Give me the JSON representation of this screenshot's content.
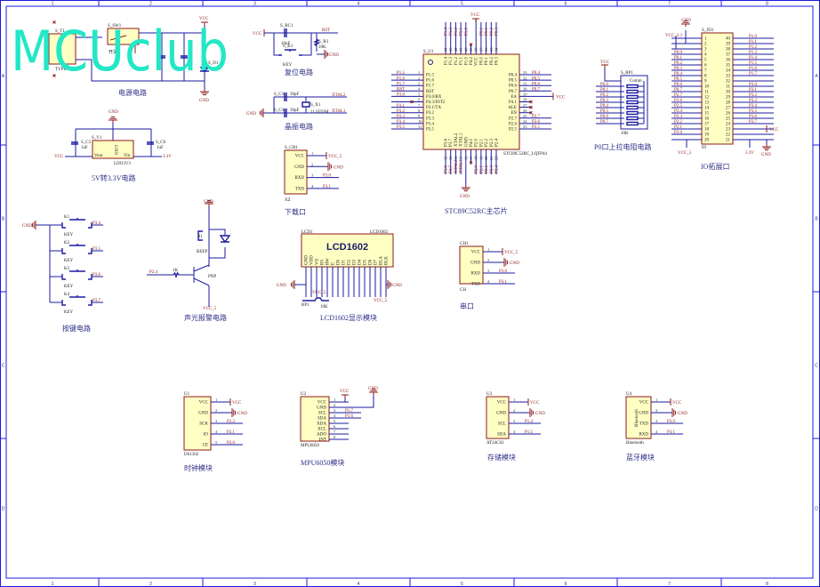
{
  "watermark": "MCUclub",
  "frame": {
    "columns": [
      "1",
      "2",
      "3",
      "4",
      "5",
      "6",
      "7",
      "8"
    ],
    "rows": [
      "A",
      "B",
      "C",
      "D"
    ]
  },
  "power": {
    "title": "电源电路",
    "connector": "S_T1",
    "connector_type": "TYPE-C 3P",
    "switch": "S_SW1",
    "switch_label": "开关",
    "led": "S_D1",
    "vcc": "VCC",
    "gnd": "GND"
  },
  "reset": {
    "title": "复位电路",
    "vcc": "VCC",
    "cap": "S_RC1",
    "cap_value": "10uF",
    "key": "S_K1",
    "key_label": "KEY",
    "res": "S_R3",
    "res_value": "10K",
    "net": "RST",
    "gnd": "GND"
  },
  "crystal": {
    "title": "晶振电路",
    "c3": "S_C3",
    "c3_value": "30pF",
    "c4": "S_C4",
    "c4_value": "30pF",
    "xtal": "S_X1",
    "xtal_value": "11.0592M",
    "net2": "XTAL2",
    "net1": "XTAL1",
    "gnd": "GND"
  },
  "ldo": {
    "title": "5V转3.3V电路",
    "gnd": "GND",
    "ref": "S_V1",
    "part": "LDO3V3",
    "c5": "S_C5",
    "c5_value": "1uF",
    "c6": "S_C6",
    "c6_value": "1uF",
    "vin_net": "VCC",
    "vout_net": "3.3V",
    "pin_vout": "Vout",
    "pin_gnd": "GND",
    "pin_vin": "Vin"
  },
  "download": {
    "title": "下载口",
    "ref": "S_CH1",
    "footer": "XZ",
    "pins": [
      {
        "name": "VCC",
        "num": "1",
        "net": "VCC_5",
        "type": "vcc"
      },
      {
        "name": "GND",
        "num": "2",
        "net": "GND",
        "type": "gnd"
      },
      {
        "name": "RXD",
        "num": "3",
        "net": "P3.0",
        "type": "net"
      },
      {
        "name": "TXD",
        "num": "4",
        "net": "P3.1",
        "type": "net"
      }
    ]
  },
  "mcu": {
    "title": "STC89C52RC主芯片",
    "ref": "S_U1",
    "part": "STC89C52RC_LQFP44",
    "vcc": "VCC",
    "gnd": "GND",
    "left": [
      {
        "num": "1",
        "name": "P1.5",
        "net": "P1.5"
      },
      {
        "num": "2",
        "name": "P1.6",
        "net": "P1.6"
      },
      {
        "num": "3",
        "name": "P1.7",
        "net": "P1.7"
      },
      {
        "num": "4",
        "name": "RST",
        "net": "RST"
      },
      {
        "num": "5",
        "name": "P3.0/RX",
        "net": "P3.0"
      },
      {
        "num": "6",
        "name": "P4.3/INT2",
        "net": ""
      },
      {
        "num": "7",
        "name": "P3.1/TX",
        "net": "P3.1"
      },
      {
        "num": "8",
        "name": "P3.2",
        "net": "P3.2"
      },
      {
        "num": "9",
        "name": "P3.3",
        "net": "P3.3"
      },
      {
        "num": "10",
        "name": "P3.4",
        "net": "P3.4"
      },
      {
        "num": "11",
        "name": "P3.5",
        "net": "P3.5"
      }
    ],
    "right": [
      {
        "num": "33",
        "name": "P0.4",
        "net": "P0.4"
      },
      {
        "num": "32",
        "name": "P0.5",
        "net": "P0.5"
      },
      {
        "num": "31",
        "name": "P0.6",
        "net": "P0.6"
      },
      {
        "num": "30",
        "name": "P0.7",
        "net": "P0.7"
      },
      {
        "num": "29",
        "name": "EA",
        "net": "VCC"
      },
      {
        "num": "28",
        "name": "P4.1",
        "net": ""
      },
      {
        "num": "27",
        "name": "ALE",
        "net": ""
      },
      {
        "num": "26",
        "name": "EN",
        "net": ""
      },
      {
        "num": "25",
        "name": "P2.7",
        "net": "P2.7"
      },
      {
        "num": "24",
        "name": "P2.6",
        "net": "P2.6"
      },
      {
        "num": "23",
        "name": "P2.5",
        "net": "P2.5"
      }
    ],
    "top": [
      {
        "num": "44",
        "name": "P1.4",
        "net": "P1.4"
      },
      {
        "num": "43",
        "name": "P1.3",
        "net": "P1.3"
      },
      {
        "num": "42",
        "name": "P1.2",
        "net": "P1.2"
      },
      {
        "num": "41",
        "name": "P1.1",
        "net": "P1.1"
      },
      {
        "num": "40",
        "name": "P1.0",
        "net": "P1.0"
      },
      {
        "num": "39",
        "name": "P4.2",
        "net": ""
      },
      {
        "num": "38",
        "name": "VCC",
        "net": ""
      },
      {
        "num": "37",
        "name": "P0.0",
        "net": "P0.0"
      },
      {
        "num": "36",
        "name": "P0.1",
        "net": "P0.1"
      },
      {
        "num": "35",
        "name": "P0.2",
        "net": "P0.2"
      },
      {
        "num": "34",
        "name": "P0.3",
        "net": "P0.3"
      }
    ],
    "bottom": [
      {
        "num": "12",
        "name": "P3.6",
        "net": "P3.6"
      },
      {
        "num": "13",
        "name": "P3.7",
        "net": "P3.7"
      },
      {
        "num": "14",
        "name": "XTAL2",
        "net": "XTAL2"
      },
      {
        "num": "15",
        "name": "XTAL1",
        "net": "XTAL1"
      },
      {
        "num": "16",
        "name": "GND",
        "net": ""
      },
      {
        "num": "17",
        "name": "P4.0",
        "net": ""
      },
      {
        "num": "18",
        "name": "P2.0",
        "net": "P2.0"
      },
      {
        "num": "19",
        "name": "P2.1",
        "net": "P2.1"
      },
      {
        "num": "20",
        "name": "P2.2",
        "net": "P2.2"
      },
      {
        "num": "21",
        "name": "P2.3",
        "net": "P2.3"
      },
      {
        "num": "22",
        "name": "P2.4",
        "net": "P2.4"
      }
    ]
  },
  "pullup": {
    "title": "P0口上拉电阻电路",
    "ref": "S_RP1",
    "value": "10K",
    "vcc": "VCC",
    "comm": "Comm",
    "nets": [
      "P0.0",
      "P0.1",
      "P0.2",
      "P0.3",
      "P0.4",
      "P0.5",
      "P0.6",
      "P0.7"
    ]
  },
  "io": {
    "title": "IO拓展口",
    "ref": "S_JD1",
    "footer": "IO",
    "gnd_top": "GND",
    "vcc33": "VCC_3.3",
    "vcc5": "VCC_5",
    "v33": "3.3V",
    "vcc": "VCC",
    "gnd": "GND",
    "left_nets": [
      "",
      "",
      "",
      "P0.0",
      "P0.1",
      "P0.2",
      "P0.3",
      "P0.4",
      "P0.5",
      "P0.6",
      "P0.7",
      "P2.7",
      "P2.6",
      "P2.5",
      "P2.4",
      "P2.3",
      "P2.2",
      "P2.1",
      "P2.0",
      ""
    ],
    "right_nets": [
      "P1.0",
      "P1.1",
      "P1.2",
      "P1.3",
      "P1.4",
      "P1.5",
      "P1.6",
      "P1.7",
      "",
      "P3.0",
      "P3.1",
      "P3.2",
      "P3.3",
      "P3.4",
      "P3.5",
      "P3.6",
      "P3.7",
      "",
      "",
      ""
    ]
  },
  "keys": {
    "title": "按键电路",
    "gnd": "GND",
    "items": [
      {
        "ref": "K1",
        "label": "KEY",
        "net": "P3.4"
      },
      {
        "ref": "K2",
        "label": "KEY",
        "net": "P3.5"
      },
      {
        "ref": "K3",
        "label": "KEY",
        "net": "P3.6"
      },
      {
        "ref": "K4",
        "label": "KEY",
        "net": "P3.7"
      }
    ]
  },
  "buzzer": {
    "title": "声光报警电路",
    "gnd": "GND",
    "ref": "B1",
    "part": "BEEP",
    "res": "1K",
    "net": "P2.4",
    "transistor": "PNP",
    "vcc": "VCC_5"
  },
  "lcd": {
    "title": "LCD1602显示模块",
    "ref": "LCD1",
    "part": "LCD1602",
    "display": "LCD1602",
    "pot": "RP1",
    "pot_value": "10K",
    "gnd": "GND",
    "vcc": "VCC_5",
    "pins": [
      "GND",
      "VDD",
      "VO",
      "RS",
      "RW",
      "E",
      "D0",
      "D1",
      "D2",
      "D3",
      "D4",
      "D5",
      "D6",
      "D7",
      "BLA",
      "BLK"
    ]
  },
  "serial": {
    "title": "串口",
    "ref": "CH1",
    "footer": "CH",
    "pins": [
      {
        "name": "VCC",
        "num": "1",
        "net": "VCC_5",
        "type": "vcc"
      },
      {
        "name": "GND",
        "num": "2",
        "net": "GND",
        "type": "gnd"
      },
      {
        "name": "RXD",
        "num": "3",
        "net": "P3.0",
        "type": "net"
      },
      {
        "name": "TXD",
        "num": "4",
        "net": "P3.1",
        "type": "net"
      }
    ]
  },
  "clock": {
    "title": "时钟模块",
    "ref": "U1",
    "part": "DS1302",
    "pins": [
      {
        "name": "VCC",
        "num": "1",
        "net": "VCC",
        "type": "vcc"
      },
      {
        "name": "GND",
        "num": "2",
        "net": "GND",
        "type": "gnd"
      },
      {
        "name": "SCK",
        "num": "3",
        "net": "P2.2",
        "type": "net"
      },
      {
        "name": "IO",
        "num": "4",
        "net": "P2.1",
        "type": "net"
      },
      {
        "name": "CE",
        "num": "5",
        "net": "P2.0",
        "type": "net"
      }
    ]
  },
  "mpu": {
    "title": "MPU6050模块",
    "ref": "U2",
    "part": "MPU6050",
    "vcc": "VCC",
    "gnd": "GND",
    "pins": [
      {
        "name": "VCC",
        "num": "1",
        "net": "",
        "type": "nc"
      },
      {
        "name": "GND",
        "num": "2",
        "net": "",
        "type": "nc"
      },
      {
        "name": "SCL",
        "num": "3",
        "net": "P1.7",
        "type": "net"
      },
      {
        "name": "SDA",
        "num": "4",
        "net": "P1.6",
        "type": "net"
      },
      {
        "name": "XDA",
        "num": "5",
        "net": "",
        "type": "nc"
      },
      {
        "name": "XCL",
        "num": "6",
        "net": "",
        "type": "nc"
      },
      {
        "name": "ADO",
        "num": "7",
        "net": "",
        "type": "nc"
      },
      {
        "name": "INT",
        "num": "8",
        "net": "",
        "type": "nc"
      }
    ]
  },
  "storage": {
    "title": "存储模块",
    "ref": "U3",
    "part": "AT24C02",
    "pins": [
      {
        "name": "VCC",
        "num": "1",
        "net": "VCC",
        "type": "vcc"
      },
      {
        "name": "GND",
        "num": "2",
        "net": "GND",
        "type": "gnd"
      },
      {
        "name": "SCL",
        "num": "3",
        "net": "P1.4",
        "type": "net"
      },
      {
        "name": "SDA",
        "num": "4",
        "net": "P1.5",
        "type": "net"
      }
    ]
  },
  "bluetooth": {
    "title": "蓝牙模块",
    "ref": "U4",
    "part": "Bluetooth",
    "inner": "Bluetooth",
    "pins": [
      {
        "name": "VCC",
        "num": "1",
        "net": "VCC",
        "type": "vcc"
      },
      {
        "name": "GND",
        "num": "2",
        "net": "GND",
        "type": "gnd"
      },
      {
        "name": "TXD",
        "num": "3",
        "net": "P3.0",
        "type": "net"
      },
      {
        "name": "RXD",
        "num": "4",
        "net": "P3.1",
        "type": "net"
      }
    ]
  }
}
